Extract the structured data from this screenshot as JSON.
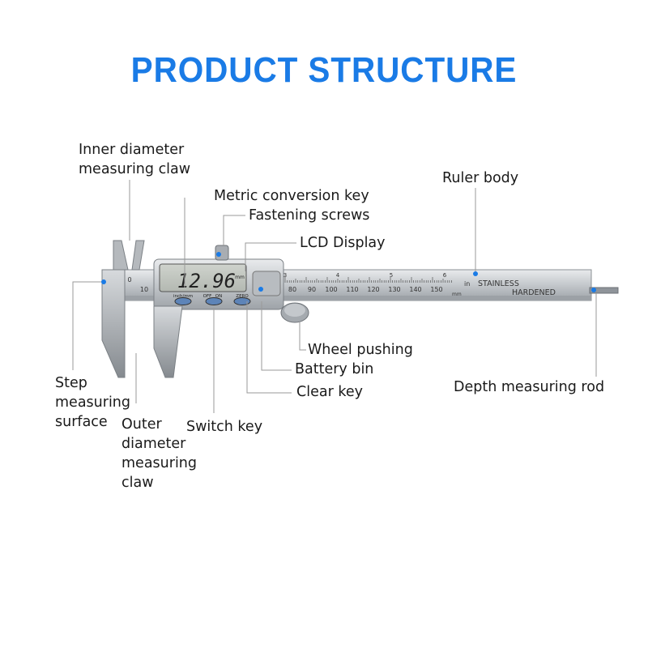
{
  "title": "PRODUCT STRUCTURE",
  "accent_color": "#1a7be6",
  "labels": {
    "inner_claw": "Inner diameter measuring claw",
    "ruler_body": "Ruler body",
    "metric_key": "Metric conversion key",
    "fastening_screws": "Fastening screws",
    "lcd_display": "LCD Display",
    "wheel_pushing": "Wheel pushing",
    "battery_bin": "Battery bin",
    "clear_key": "Clear key",
    "depth_rod": "Depth measuring rod",
    "step_surface": "Step measuring surface",
    "outer_claw": "Outer diameter measuring claw",
    "switch_key": "Switch key"
  },
  "device": {
    "lcd_reading": "12.96",
    "lcd_unit": "mm",
    "button_labels": [
      "inch/mm",
      "OFF",
      "ON",
      "ZERO"
    ],
    "engraving_line1": "STAINLESS",
    "engraving_line2": "HARDENED",
    "scale_unit_top": "in",
    "scale_unit_bottom": "mm",
    "mm_scale": [
      "0",
      "10",
      "80",
      "90",
      "100",
      "110",
      "120",
      "130",
      "140",
      "150"
    ],
    "inch_scale": [
      "3",
      "4",
      "5",
      "6"
    ]
  }
}
